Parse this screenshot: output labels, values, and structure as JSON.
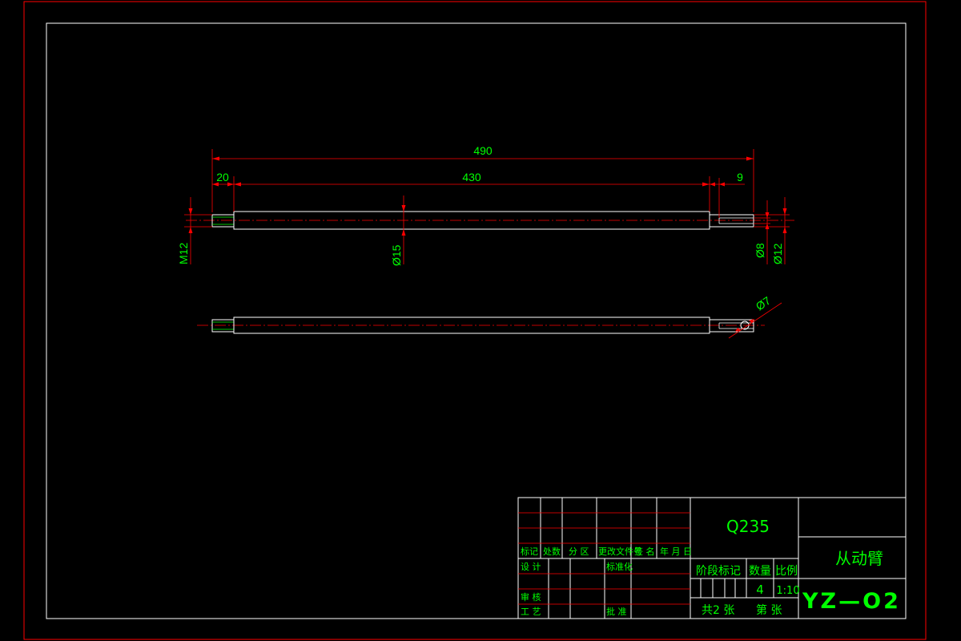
{
  "dimensions": {
    "overall_length": "490",
    "body_length": "430",
    "left_thread_length": "20",
    "right_slot_length": "9",
    "thread_size": "M12",
    "body_diameter": "Ø15",
    "slot_width": "Ø8",
    "end_diameter": "Ø12",
    "hole_diameter": "Ø7"
  },
  "title_block": {
    "material": "Q235",
    "part_name": "从动臂",
    "drawing_number": "YZ—O2",
    "revision_headers": [
      "标记",
      "处数",
      "分 区",
      "更改文件号",
      "签 名",
      "年 月 日"
    ],
    "roles": {
      "design": "设 计",
      "standardization": "标准化",
      "review": "审 核",
      "process": "工 艺",
      "approval": "批 准"
    },
    "stage_mark_label": "阶段标记",
    "quantity_label": "数量",
    "scale_label": "比例",
    "quantity_value": "4",
    "scale_value": "1:10",
    "sheet_total": "共2 张",
    "sheet_number": "第 张"
  },
  "colors": {
    "background": "#000000",
    "outline": "#ffffff",
    "dimension": "#ff0000",
    "text": "#00ff00",
    "border": "#ff0000"
  }
}
